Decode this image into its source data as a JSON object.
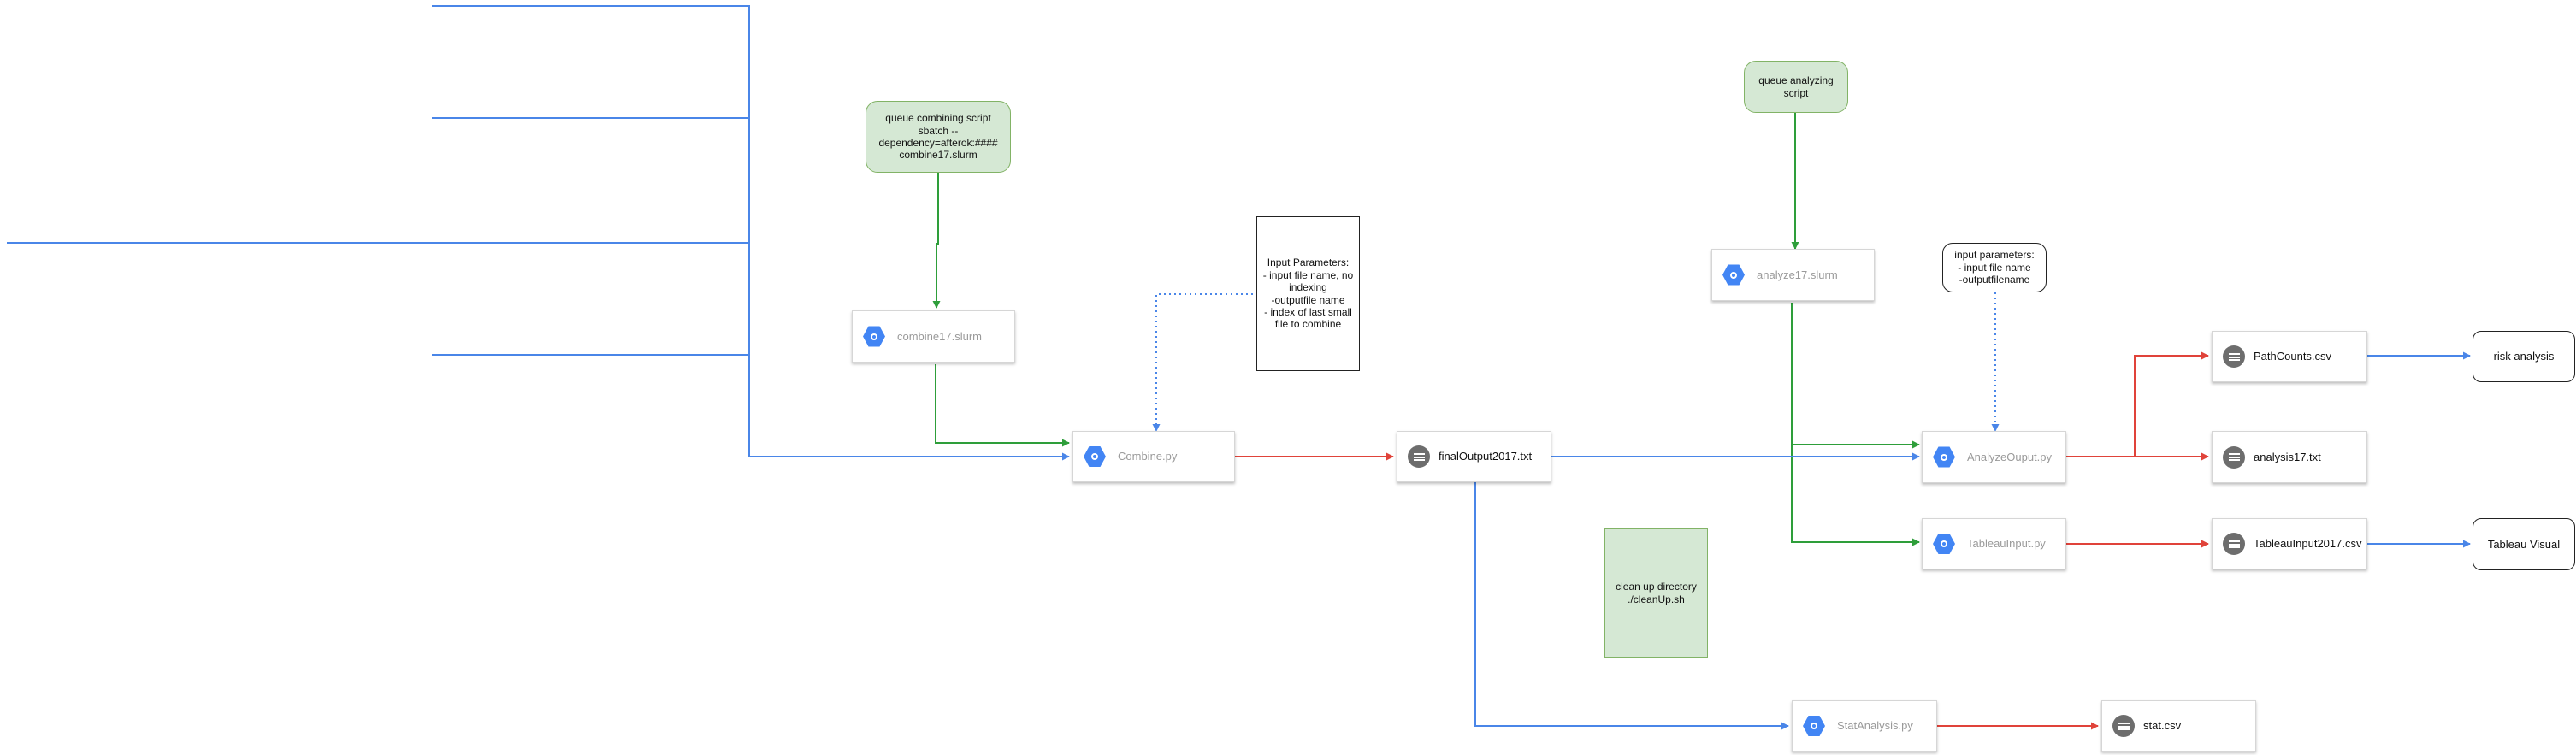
{
  "colors": {
    "blue": "#4a86e8",
    "green": "#2e9e3a",
    "red": "#e0433a"
  },
  "notes": {
    "queue_combine": "queue combining script\nsbatch --\ndependency=afterok:####\ncombine17.slurm",
    "queue_analyze": "queue analyzing\nscript",
    "input_params_combine": "Input Parameters:\n- input file name, no\nindexing\n-outputfile name\n- index of last small\nfile to combine",
    "input_params_analyze": "input parameters:\n- input file name\n-outputfilename",
    "cleanup": "clean up directory\n./cleanUp.sh"
  },
  "processes": {
    "combine_slurm": "combine17.slurm",
    "combine_py": "Combine.py",
    "analyze_slurm": "analyze17.slurm",
    "analyze_output": "AnalyzeOuput.py",
    "tableau_input": "TableauInput.py",
    "stat_analysis": "StatAnalysis.py"
  },
  "files": {
    "final_output": "finalOutput2017.txt",
    "path_counts": "PathCounts.csv",
    "analysis": "analysis17.txt",
    "tableau_csv": "TableauInput2017.csv",
    "stat_csv": "stat.csv"
  },
  "outputs": {
    "risk": "risk analysis",
    "tableau_visual": "Tableau Visual"
  },
  "icons": {
    "process": "gcp-compute-hex-icon",
    "file": "message-icon"
  }
}
